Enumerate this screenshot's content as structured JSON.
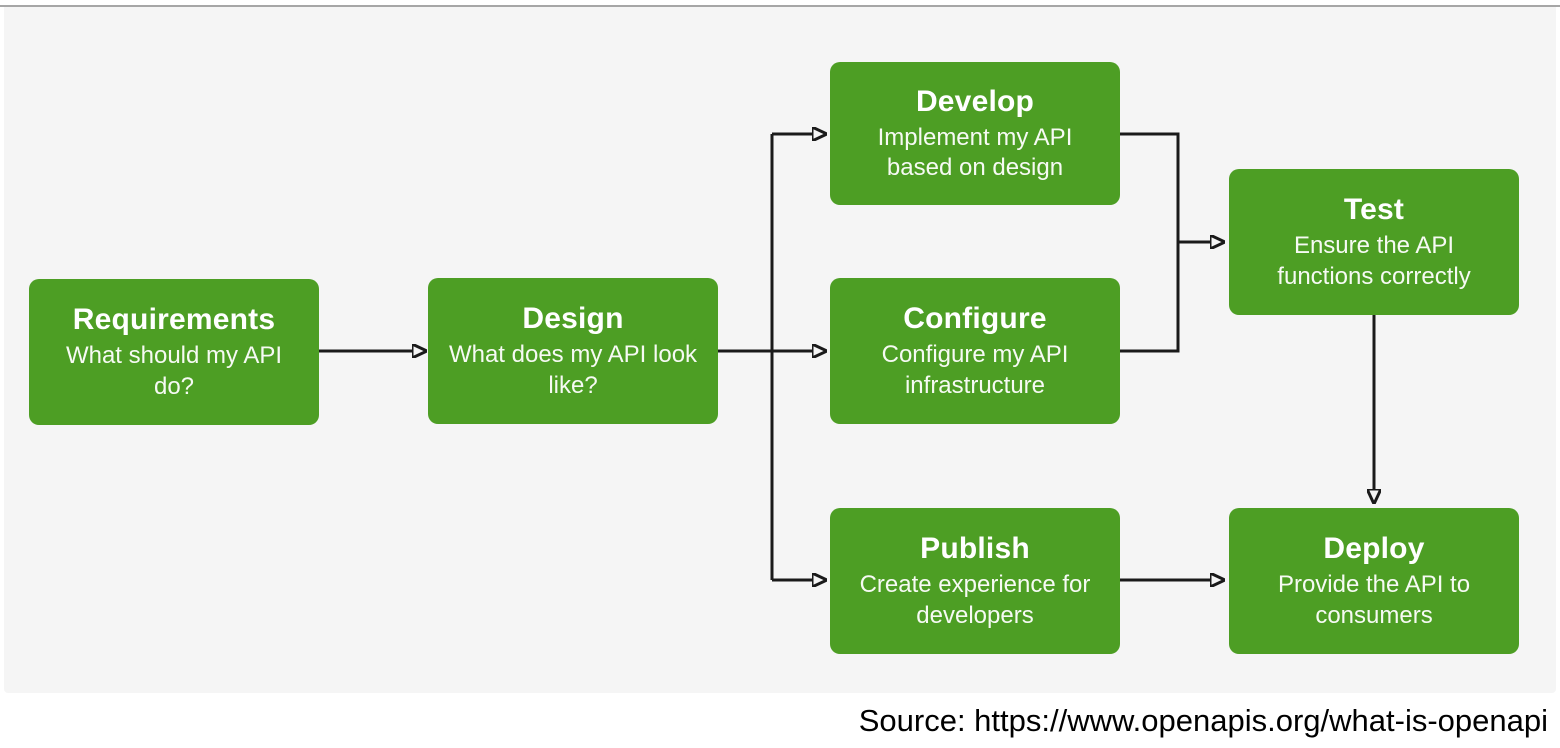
{
  "diagram": {
    "nodes": {
      "requirements": {
        "title": "Requirements",
        "subtitle": "What should my API do?"
      },
      "design": {
        "title": "Design",
        "subtitle": "What does my API look like?"
      },
      "develop": {
        "title": "Develop",
        "subtitle": "Implement my API based on design"
      },
      "configure": {
        "title": "Configure",
        "subtitle": "Configure my API infrastructure"
      },
      "publish": {
        "title": "Publish",
        "subtitle": "Create experience for developers"
      },
      "test": {
        "title": "Test",
        "subtitle": "Ensure the API functions correctly"
      },
      "deploy": {
        "title": "Deploy",
        "subtitle": "Provide the API to consumers"
      }
    },
    "edges": [
      {
        "from": "requirements",
        "to": "design"
      },
      {
        "from": "design",
        "to": "develop"
      },
      {
        "from": "design",
        "to": "configure"
      },
      {
        "from": "design",
        "to": "publish"
      },
      {
        "from": "develop",
        "to": "test"
      },
      {
        "from": "configure",
        "to": "test"
      },
      {
        "from": "test",
        "to": "deploy"
      },
      {
        "from": "publish",
        "to": "deploy"
      }
    ]
  },
  "colors": {
    "node_fill": "#4d9e24",
    "node_text": "#ffffff",
    "arrow": "#1a1a1a",
    "panel_bg": "#f5f5f5",
    "panel_border": "#a6a6a6",
    "page_bg": "#ffffff",
    "footer_text": "#000000"
  },
  "footer": {
    "source_text": "Source: https://www.openapis.org/what-is-openapi"
  }
}
